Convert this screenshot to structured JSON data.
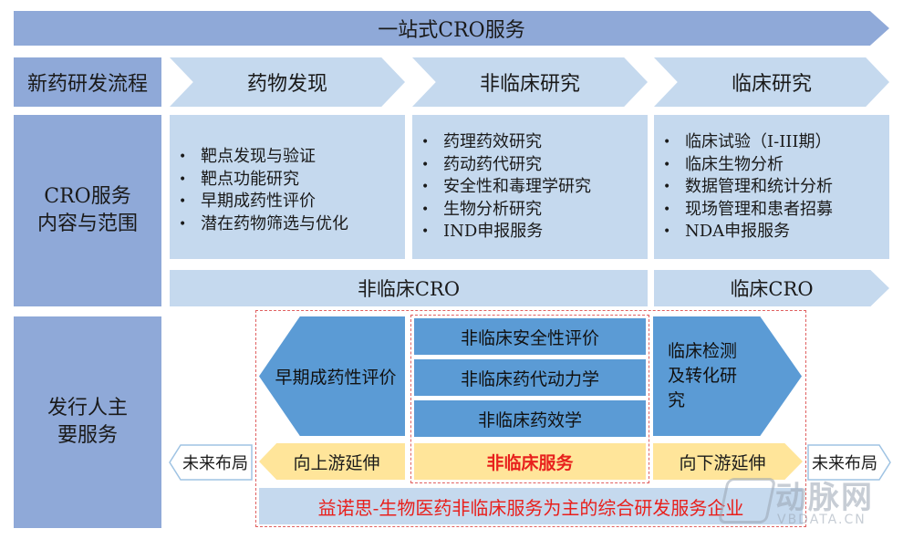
{
  "header": {
    "title": "一站式CRO服务"
  },
  "row_process": {
    "label": "新药研发流程",
    "stages": [
      "药物发现",
      "非临床研究",
      "临床研究"
    ]
  },
  "row_scope": {
    "label": "CRO服务内容与范围",
    "columns": [
      {
        "items": [
          "靶点发现与验证",
          "靶点功能研究",
          "早期成药性评价",
          "潜在药物筛选与优化"
        ]
      },
      {
        "items": [
          "药理药效研究",
          "药动药代研究",
          "安全性和毒理学研究",
          "生物分析研究",
          "IND申报服务"
        ]
      },
      {
        "items": [
          "临床试验（I-III期）",
          "临床生物分析",
          "数据管理和统计分析",
          "现场管理和患者招募",
          "NDA申报服务"
        ]
      }
    ],
    "bars": [
      "非临床CRO",
      "临床CRO"
    ]
  },
  "row_issuer": {
    "label": "发行人主要服务",
    "left_block": "早期成药性评价",
    "center_blocks": [
      "非临床安全性评价",
      "非临床药代动力学",
      "非临床药效学"
    ],
    "right_block": "临床检测及转化研究",
    "bottom_left": "向上游延伸",
    "bottom_center": "非临床服务",
    "bottom_right": "向下游延伸",
    "future_left": "未来布局",
    "future_right": "未来布局",
    "summary": "益诺思-生物医药非临床服务为主的综合研发服务企业"
  },
  "watermark": {
    "main": "动脉网",
    "sub": "VBDATA.CN"
  },
  "colors": {
    "label_bg": "#8fa9d8",
    "arrow_bg": "#c5d9ee",
    "service_blue": "#5b9bd5",
    "highlight_yellow": "#ffe59a",
    "summary_red": "#e8201c"
  }
}
